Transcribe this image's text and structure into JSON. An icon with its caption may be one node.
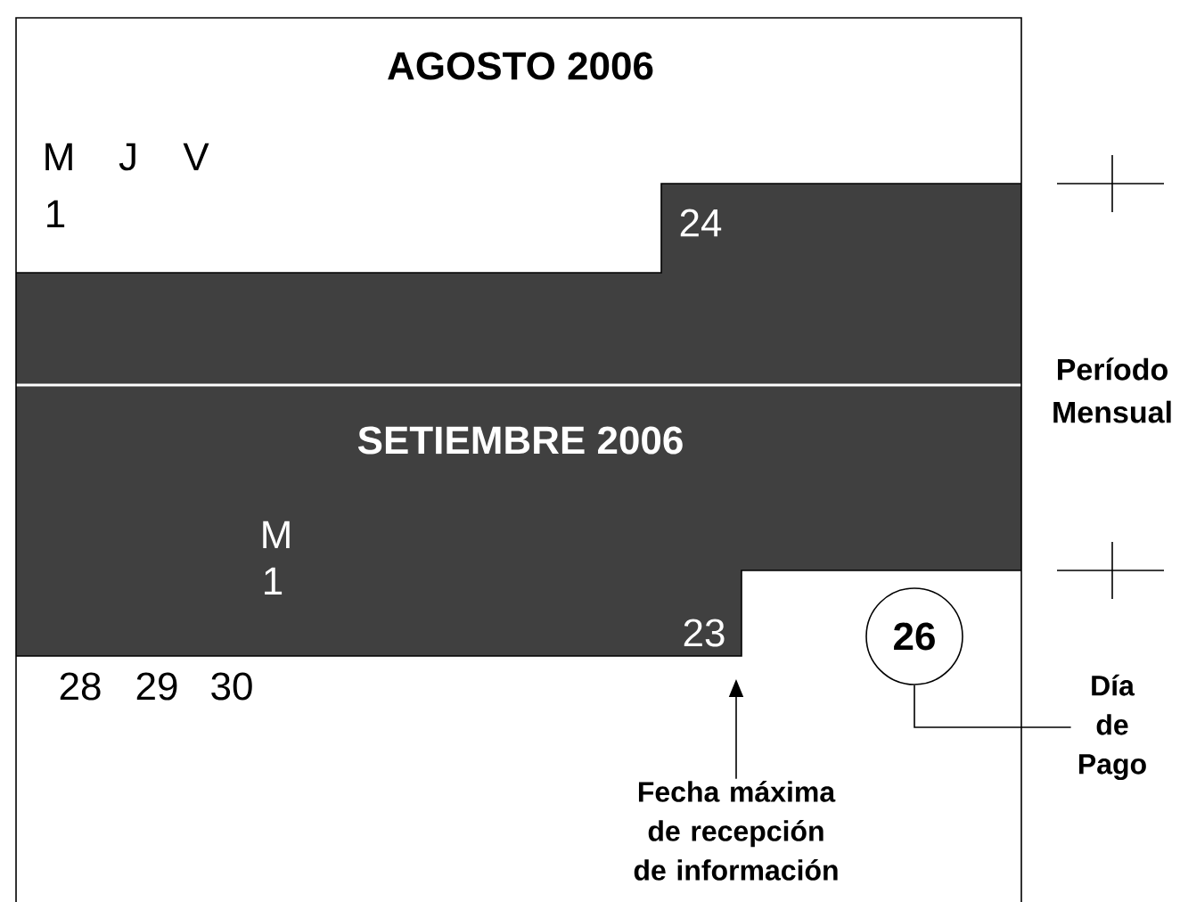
{
  "diagram": {
    "nodes": [
      {
        "text": [
          "26"
        ]
      },
      {
        "text": [
          "Día de Pago"
        ]
      },
      {
        "text": [
          "Fecha máxima de recepción de información"
        ]
      }
    ],
    "edges": [
      {
        "from": 1,
        "to": 0,
        "arrow": "none"
      },
      {
        "from": 2,
        "to": null,
        "arrow": "to"
      }
    ],
    "labels": [
      "AGOSTO 2006",
      "M",
      "J",
      "V",
      "1",
      "24",
      "SETIEMBRE 2006",
      "M",
      "1",
      "23",
      "28",
      "29",
      "30",
      "Período Mensual"
    ]
  }
}
